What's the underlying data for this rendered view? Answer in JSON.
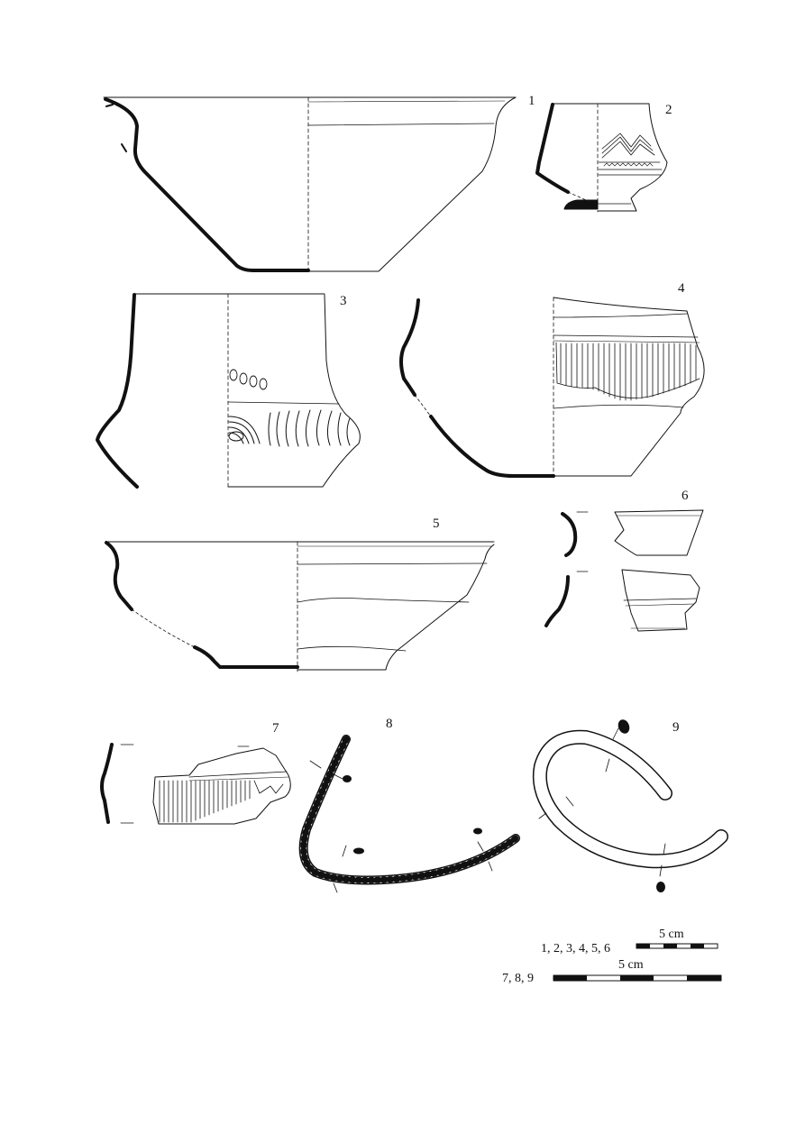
{
  "figure_labels": {
    "n1": "1",
    "n2": "2",
    "n3": "3",
    "n4": "4",
    "n5": "5",
    "n6": "6",
    "n7": "7",
    "n8": "8",
    "n9": "9"
  },
  "scale_bars": {
    "pottery": {
      "items": "1, 2, 3, 4, 5, 6",
      "unit": "5 cm"
    },
    "metal": {
      "items": "7, 8, 9",
      "unit": "5 cm"
    }
  },
  "colors": {
    "ink": "#111111",
    "paper": "#ffffff"
  }
}
